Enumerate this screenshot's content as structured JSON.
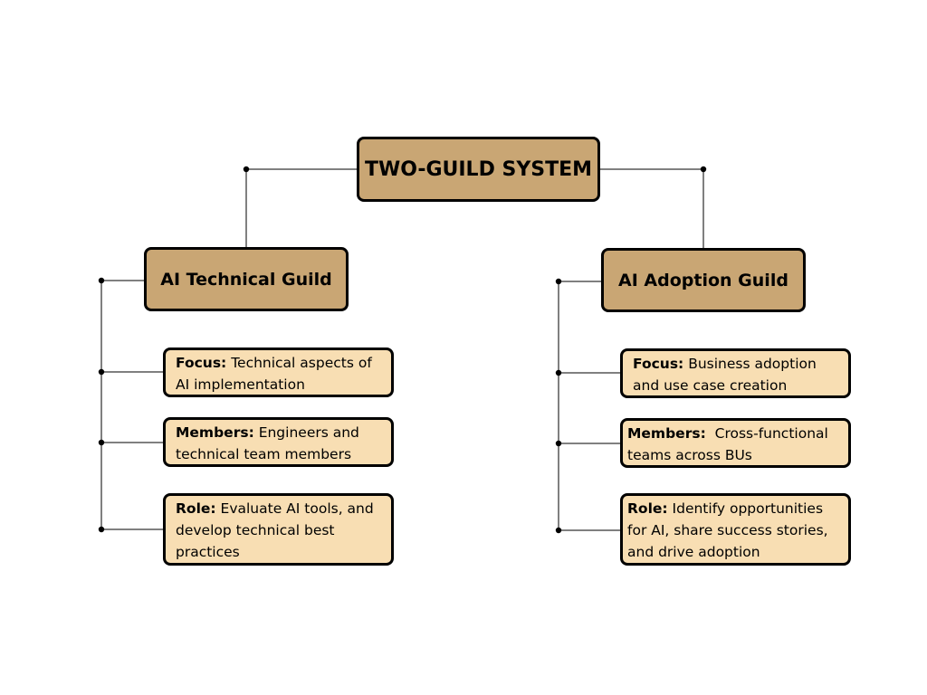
{
  "diagram": {
    "root": {
      "title": "TWO-GUILD SYSTEM"
    },
    "guilds": [
      {
        "title": "AI Technical Guild",
        "items": [
          {
            "label": "Focus:",
            "text": " Technical aspects of AI implementation"
          },
          {
            "label": "Members:",
            "text": " Engineers and technical team members"
          },
          {
            "label": "Role:",
            "text": " Evaluate AI tools, and develop technical best practices"
          }
        ]
      },
      {
        "title": "AI Adoption Guild",
        "items": [
          {
            "label": "Focus:",
            "text": " Business adoption and use case creation"
          },
          {
            "label": "Members:",
            "text": "  Cross-functional teams across BUs"
          },
          {
            "label": "Role:",
            "text": " Identify opportunities for AI, share success stories, and drive adoption"
          }
        ]
      }
    ],
    "colors": {
      "header_fill": "#c9a674",
      "detail_fill": "#f8deb3",
      "border": "#000000",
      "connector": "#000000"
    }
  }
}
